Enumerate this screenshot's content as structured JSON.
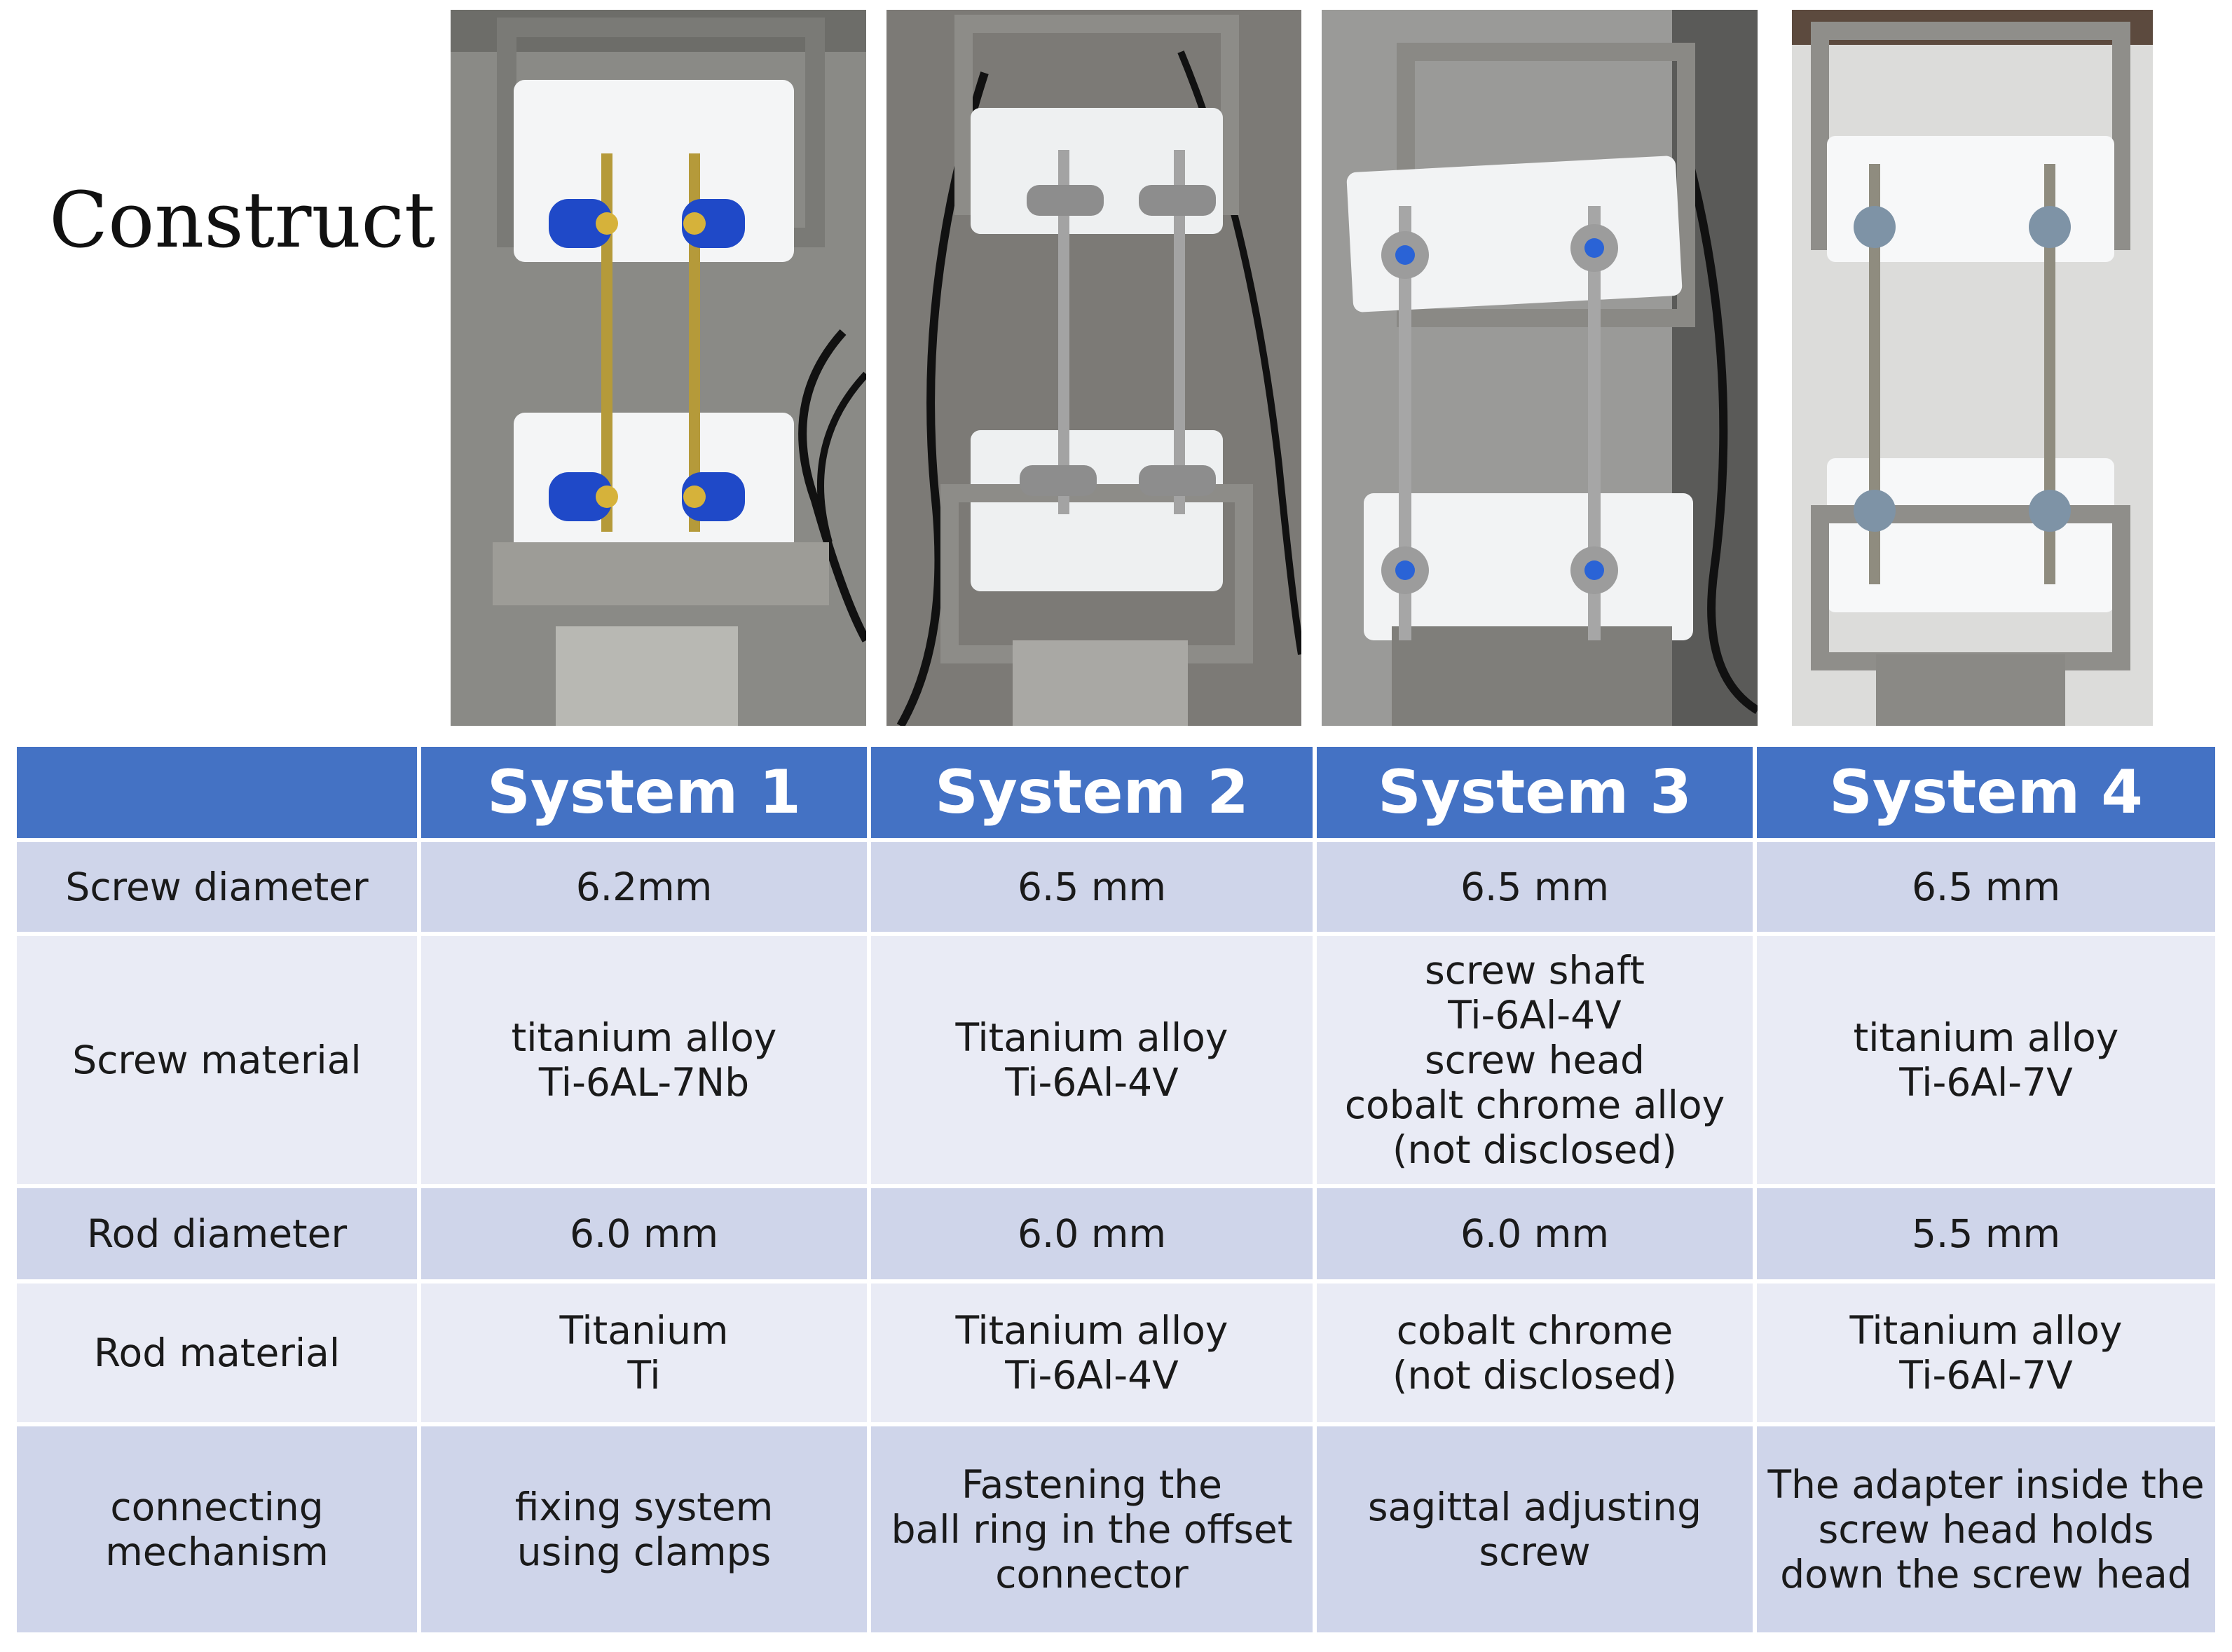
{
  "construct_label": "Construct",
  "table": {
    "corner": "",
    "columns": [
      "System 1",
      "System 2",
      "System 3",
      "System 4"
    ],
    "rows": [
      {
        "label": [
          "Screw diameter"
        ],
        "cells": [
          [
            "6.2mm"
          ],
          [
            "6.5 mm"
          ],
          [
            "6.5 mm"
          ],
          [
            "6.5 mm"
          ]
        ]
      },
      {
        "label": [
          "Screw material"
        ],
        "cells": [
          [
            "titanium alloy",
            "Ti-6AL-7Nb"
          ],
          [
            "Titanium alloy",
            "Ti-6Al-4V"
          ],
          [
            "screw shaft",
            "Ti-6Al-4V",
            "screw head",
            "cobalt chrome alloy",
            "(not disclosed)"
          ],
          [
            "titanium alloy",
            "Ti-6Al-7V"
          ]
        ]
      },
      {
        "label": [
          "Rod diameter"
        ],
        "cells": [
          [
            "6.0 mm"
          ],
          [
            "6.0 mm"
          ],
          [
            "6.0 mm"
          ],
          [
            "5.5 mm"
          ]
        ]
      },
      {
        "label": [
          "Rod material"
        ],
        "cells": [
          [
            "Titanium",
            "Ti"
          ],
          [
            "Titanium alloy",
            "Ti-6Al-4V"
          ],
          [
            "cobalt chrome",
            "(not disclosed)"
          ],
          [
            "Titanium alloy",
            "Ti-6Al-7V"
          ]
        ]
      },
      {
        "label": [
          "connecting",
          "mechanism"
        ],
        "cells": [
          [
            "fixing system",
            "using clamps"
          ],
          [
            "Fastening the",
            "ball ring in the offset",
            "connector"
          ],
          [
            "sagittal adjusting",
            "screw"
          ],
          [
            "The adapter inside the",
            "screw head holds",
            "down the screw head"
          ]
        ]
      }
    ]
  },
  "colors": {
    "header_bg": "#4472c4",
    "header_text": "#ffffff",
    "band_row_bg": "#cfd5ea",
    "plain_row_bg": "#e9ebf5",
    "clamp_blue": "#1f49c8",
    "rod_gold": "#b59a3a",
    "rod_steel": "#9a9a9a"
  },
  "photos": [
    {
      "name": "system-1",
      "connector": "blue clamp",
      "rod": "gold"
    },
    {
      "name": "system-2",
      "connector": "offset connector",
      "rod": "steel"
    },
    {
      "name": "system-3",
      "connector": "sagittal screw",
      "rod": "steel"
    },
    {
      "name": "system-4",
      "connector": "screw head adapter",
      "rod": "steel"
    }
  ]
}
